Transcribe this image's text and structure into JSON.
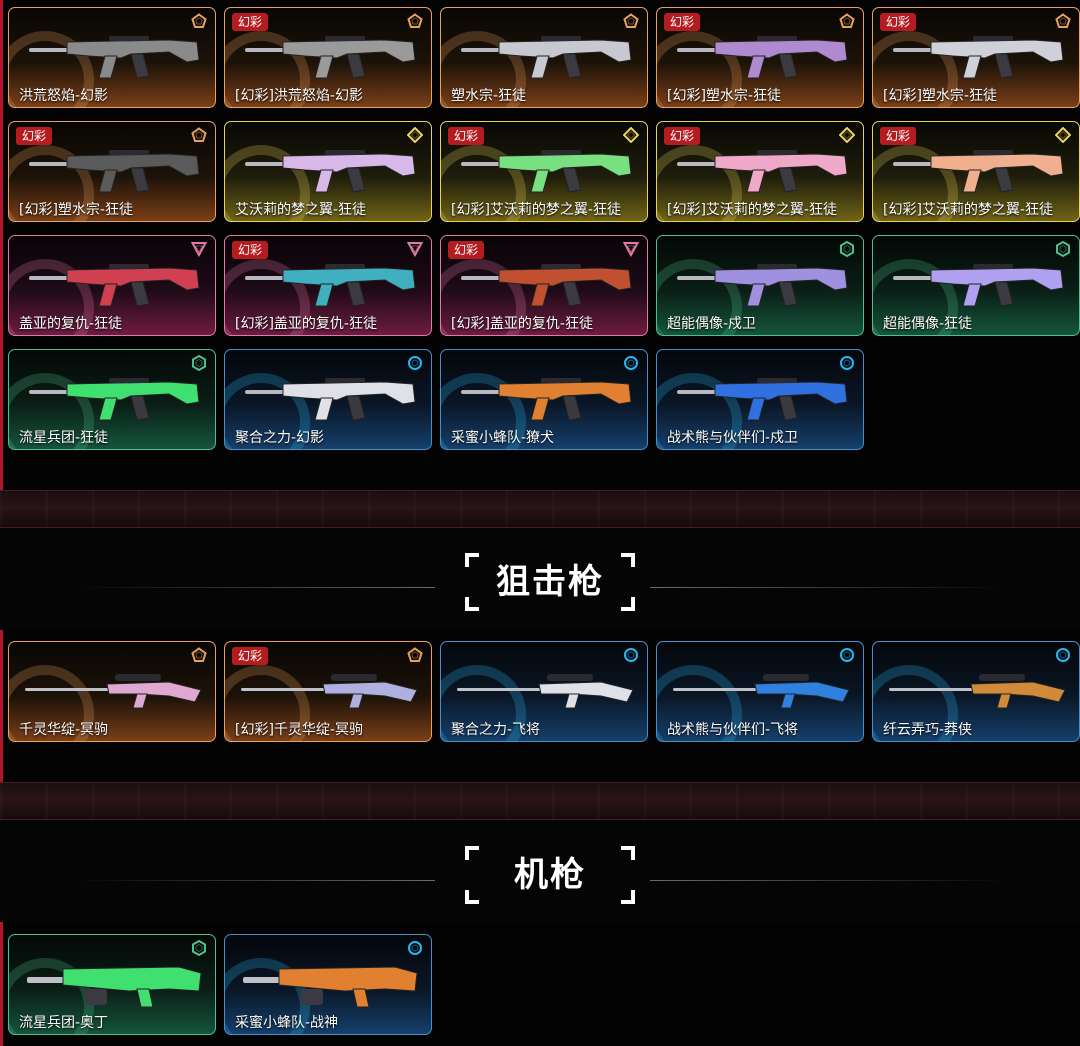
{
  "badge_label": "幻彩",
  "tier_colors": {
    "orange": "#e8a15d",
    "yellow": "#e8d35f",
    "pink": "#e07aa6",
    "green": "#4fbf8e",
    "blue": "#28b6f0"
  },
  "tier_icons": {
    "orange": "pentagon-icon",
    "yellow": "diamond-icon",
    "pink": "triangle-icon",
    "green": "hexagon-icon",
    "blue": "circle-icon"
  },
  "rifles": [
    {
      "name": "洪荒怒焰-幻影",
      "tier": "orange",
      "badge": false,
      "accent": "#8a8a8a"
    },
    {
      "name": "[幻彩]洪荒怒焰-幻影",
      "tier": "orange",
      "badge": true,
      "accent": "#9a9a9a"
    },
    {
      "name": "塑水宗-狂徒",
      "tier": "orange",
      "badge": false,
      "accent": "#c8c8d0"
    },
    {
      "name": "[幻彩]塑水宗-狂徒",
      "tier": "orange",
      "badge": true,
      "accent": "#b08ad0"
    },
    {
      "name": "[幻彩]塑水宗-狂徒",
      "tier": "orange",
      "badge": true,
      "accent": "#d0d0d8"
    },
    {
      "name": "[幻彩]塑水宗-狂徒",
      "tier": "orange",
      "badge": true,
      "accent": "#5a5a5a"
    },
    {
      "name": "艾沃莉的梦之翼-狂徒",
      "tier": "yellow",
      "badge": false,
      "accent": "#d8b8e8"
    },
    {
      "name": "[幻彩]艾沃莉的梦之翼-狂徒",
      "tier": "yellow",
      "badge": true,
      "accent": "#78e080"
    },
    {
      "name": "[幻彩]艾沃莉的梦之翼-狂徒",
      "tier": "yellow",
      "badge": true,
      "accent": "#f0a8c8"
    },
    {
      "name": "[幻彩]艾沃莉的梦之翼-狂徒",
      "tier": "yellow",
      "badge": true,
      "accent": "#f0b090"
    },
    {
      "name": "盖亚的复仇-狂徒",
      "tier": "pink",
      "badge": false,
      "accent": "#d04050"
    },
    {
      "name": "[幻彩]盖亚的复仇-狂徒",
      "tier": "pink",
      "badge": true,
      "accent": "#40b0c0"
    },
    {
      "name": "[幻彩]盖亚的复仇-狂徒",
      "tier": "pink",
      "badge": true,
      "accent": "#c05030"
    },
    {
      "name": "超能偶像-戍卫",
      "tier": "green",
      "badge": false,
      "accent": "#a090e0"
    },
    {
      "name": "超能偶像-狂徒",
      "tier": "green",
      "badge": false,
      "accent": "#b0a0f0"
    },
    {
      "name": "流星兵团-狂徒",
      "tier": "green",
      "badge": false,
      "accent": "#40e070"
    },
    {
      "name": "聚合之力-幻影",
      "tier": "blue",
      "badge": false,
      "accent": "#e0e0e8"
    },
    {
      "name": "采蜜小蜂队-獠犬",
      "tier": "blue",
      "badge": false,
      "accent": "#e08030"
    },
    {
      "name": "战术熊与伙伴们-戍卫",
      "tier": "blue",
      "badge": false,
      "accent": "#3070e0"
    }
  ],
  "sniper_section": {
    "title": "狙击枪"
  },
  "snipers": [
    {
      "name": "千灵华绽-冥驹",
      "tier": "orange",
      "badge": false,
      "accent": "#e0a8d0"
    },
    {
      "name": "[幻彩]千灵华绽-冥驹",
      "tier": "orange",
      "badge": true,
      "accent": "#b0b0e0"
    },
    {
      "name": "聚合之力-飞将",
      "tier": "blue",
      "badge": false,
      "accent": "#e0e0e8"
    },
    {
      "name": "战术熊与伙伴们-飞将",
      "tier": "blue",
      "badge": false,
      "accent": "#3080e0"
    },
    {
      "name": "纤云弄巧-莽侠",
      "tier": "blue",
      "badge": false,
      "accent": "#d08a3a"
    }
  ],
  "mg_section": {
    "title": "机枪"
  },
  "machine_guns": [
    {
      "name": "流星兵团-奥丁",
      "tier": "green",
      "badge": false,
      "accent": "#40e070"
    },
    {
      "name": "采蜜小蜂队-战神",
      "tier": "blue",
      "badge": false,
      "accent": "#e08030"
    }
  ]
}
